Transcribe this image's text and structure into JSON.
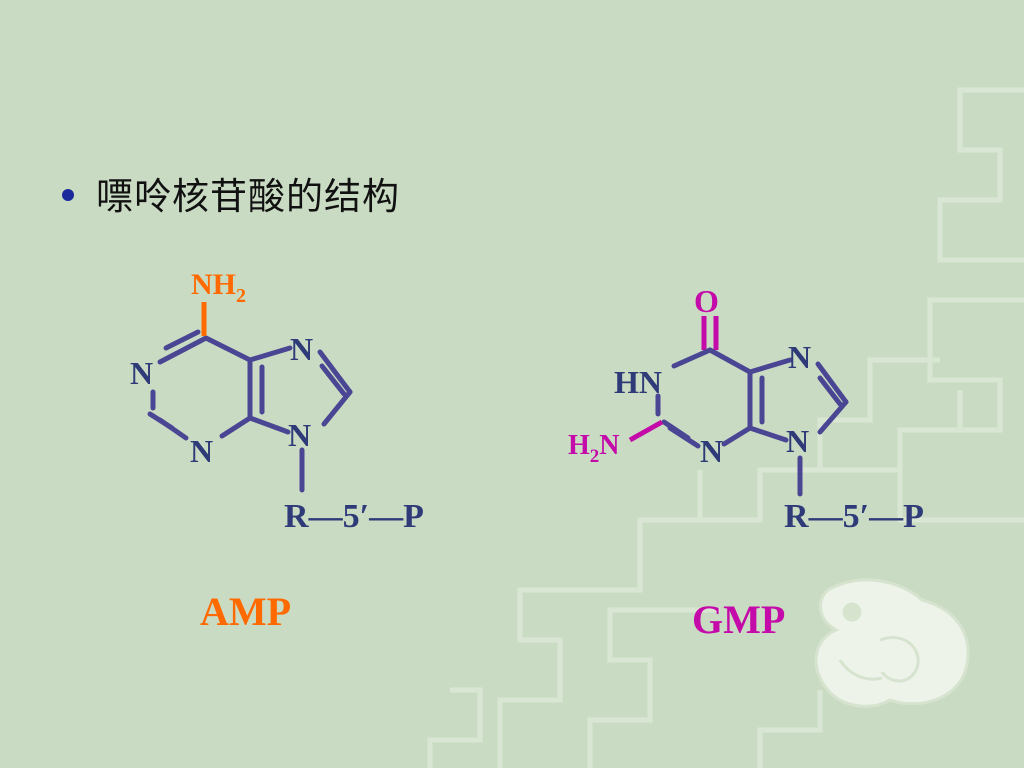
{
  "colors": {
    "background": "#c9dcc3",
    "bond": "#4a4694",
    "atom_text": "#2f3a78",
    "amp_accent": "#ff6a00",
    "gmp_accent": "#c40aa8",
    "bullet": "#1b2a9a"
  },
  "slide": {
    "heading": "嘌呤核苷酸的结构"
  },
  "amp": {
    "name": "AMP",
    "amine_main": "NH",
    "amine_sub": "2",
    "ring_n1": "N",
    "ring_n3": "N",
    "ring_n7": "N",
    "ring_n9": "N",
    "chain_r": "R",
    "chain_dash1": "—",
    "chain_pos": "5",
    "chain_prime": "′",
    "chain_dash2": "—",
    "chain_p": "P"
  },
  "gmp": {
    "name": "GMP",
    "oxygen": "O",
    "hn": "HN",
    "amine_h": "H",
    "amine_sub": "2",
    "amine_n": "N",
    "ring_n3": "N",
    "ring_n7": "N",
    "ring_n9": "N",
    "chain_r": "R",
    "chain_dash1": "—",
    "chain_pos": "5",
    "chain_prime": "′",
    "chain_dash2": "—",
    "chain_p": "P"
  }
}
